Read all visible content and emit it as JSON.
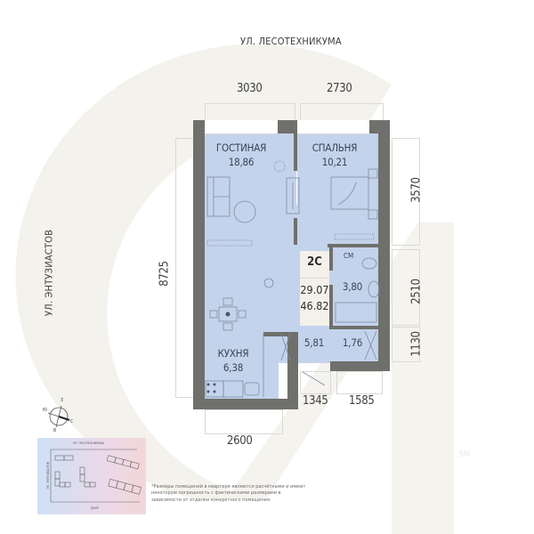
{
  "streets": {
    "top": "УЛ. ЛЕСОТЕХНИКУМА",
    "left": "УЛ. ЭНТУЗИАСТОВ"
  },
  "dimensions": {
    "top_left": "3030",
    "top_right": "2730",
    "left_total": "8725",
    "right_upper": "3570",
    "right_middle": "2510",
    "right_lower": "1130",
    "bottom_left": "2600",
    "bottom_mid": "1345",
    "bottom_right": "1585"
  },
  "rooms": [
    {
      "name": "ГОСТИНАЯ",
      "area": "18,86"
    },
    {
      "name": "СПАЛЬНЯ",
      "area": "10,21"
    },
    {
      "name": "КУХНЯ",
      "area": "6,38"
    },
    {
      "name": "СМ",
      "area": "3,80"
    },
    {
      "name": "",
      "area": "5,81"
    },
    {
      "name": "",
      "area": "1,76"
    }
  ],
  "apartment": {
    "type": "2С",
    "living_area": "29.07",
    "total_area": "46.82"
  },
  "compass": {
    "north": "З",
    "east": "С",
    "south": "В",
    "west": "Ю"
  },
  "minimap": {
    "top_street": "УЛ. ЛЕСОТЕХНИКУМА",
    "left_street": "УЛ. ЭНТУЗИАСТОВ",
    "bottom_label": "ДВОР"
  },
  "footnote": "*Размеры помещений в квартире являются расчётными и имеют некоторую погрешность с фактическими размерами в зависимости от отделки конкретного помещения.",
  "watermark": {
    "mark": "SM"
  },
  "colors": {
    "wall": "#6f706c",
    "floor": "#c4d3ec",
    "background_shape": "#f4f2ec",
    "label_box": "#f3f1ea"
  }
}
